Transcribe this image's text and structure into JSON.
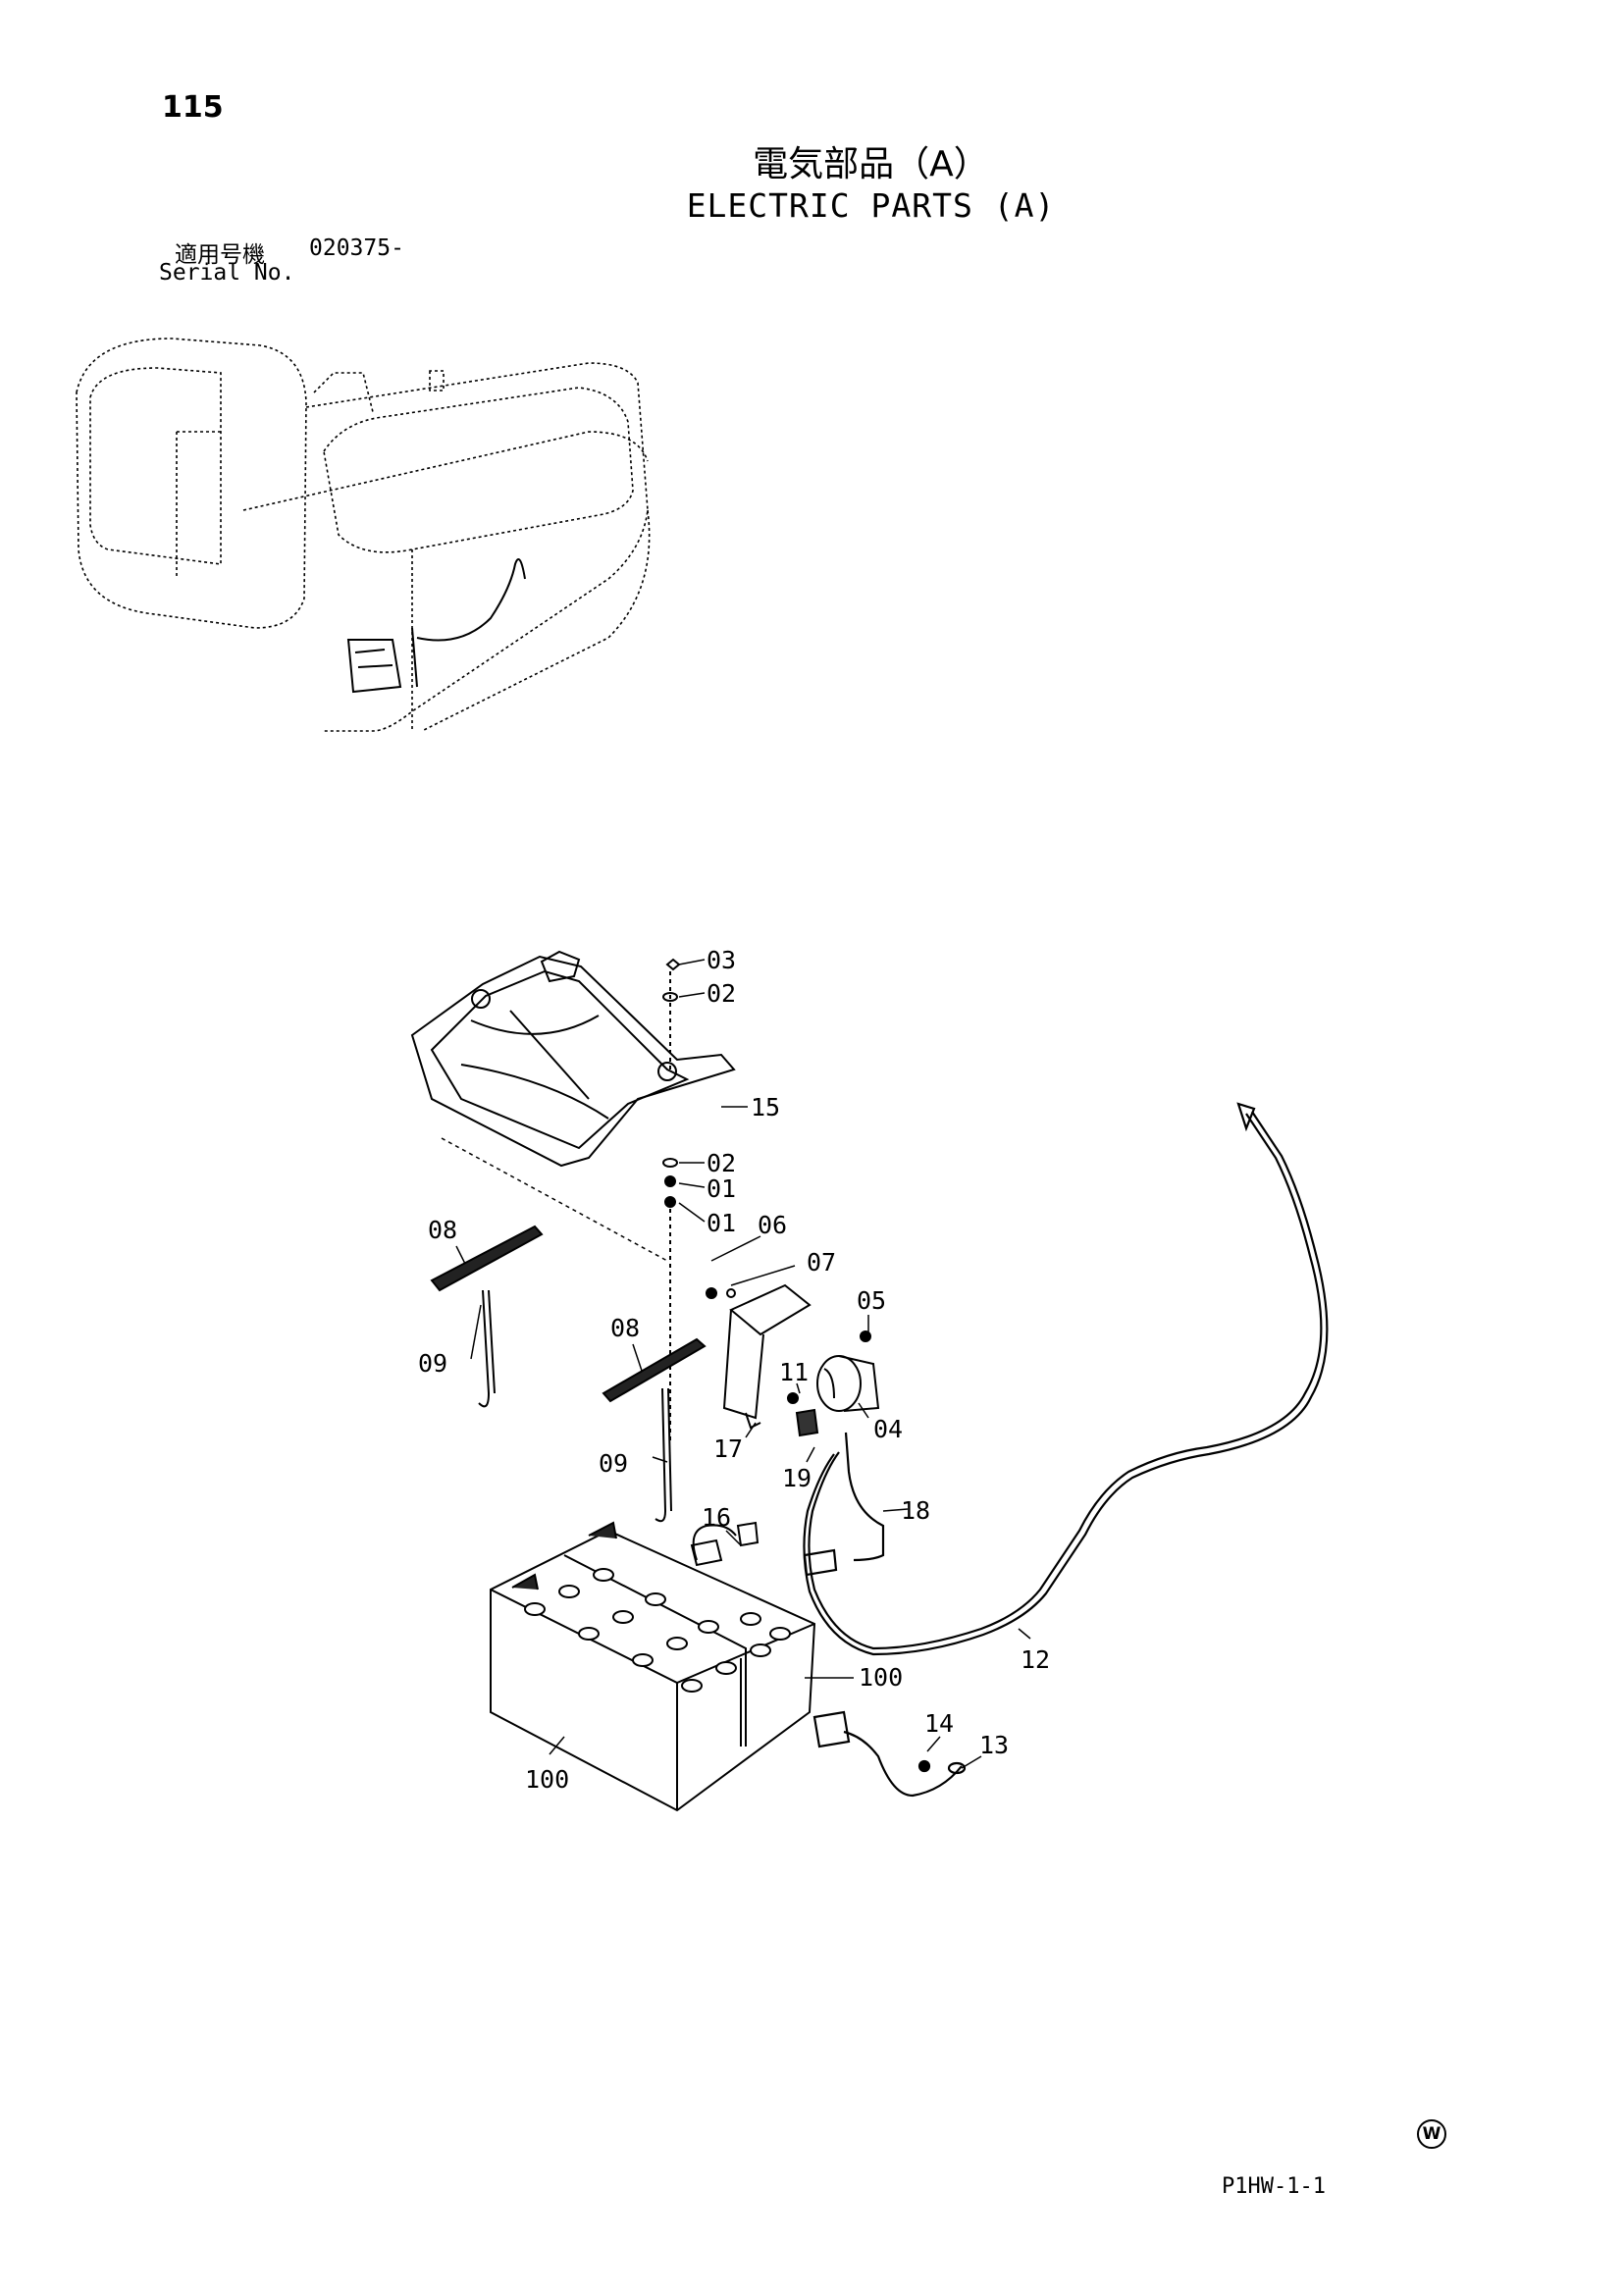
{
  "page_number": "115",
  "title_jp": "電気部品（A）",
  "title_en": "ELECTRIC PARTS (A)",
  "serial": {
    "label_jp": "適用号機",
    "value": "020375-",
    "label_en": "Serial No."
  },
  "callouts": {
    "c03": "03",
    "c02_top": "02",
    "c15": "15",
    "c02_mid": "02",
    "c01_a": "01",
    "c01_b": "01",
    "c06": "06",
    "c07": "07",
    "c05": "05",
    "c08_left": "08",
    "c08_mid": "08",
    "c09_left": "09",
    "c09_mid": "09",
    "c11": "11",
    "c04": "04",
    "c17": "17",
    "c19": "19",
    "c16": "16",
    "c18": "18",
    "c12": "12",
    "c100_right": "100",
    "c100_left": "100",
    "c14": "14",
    "c13": "13"
  },
  "footer": {
    "mark": "W",
    "code": "P1HW-1-1"
  }
}
